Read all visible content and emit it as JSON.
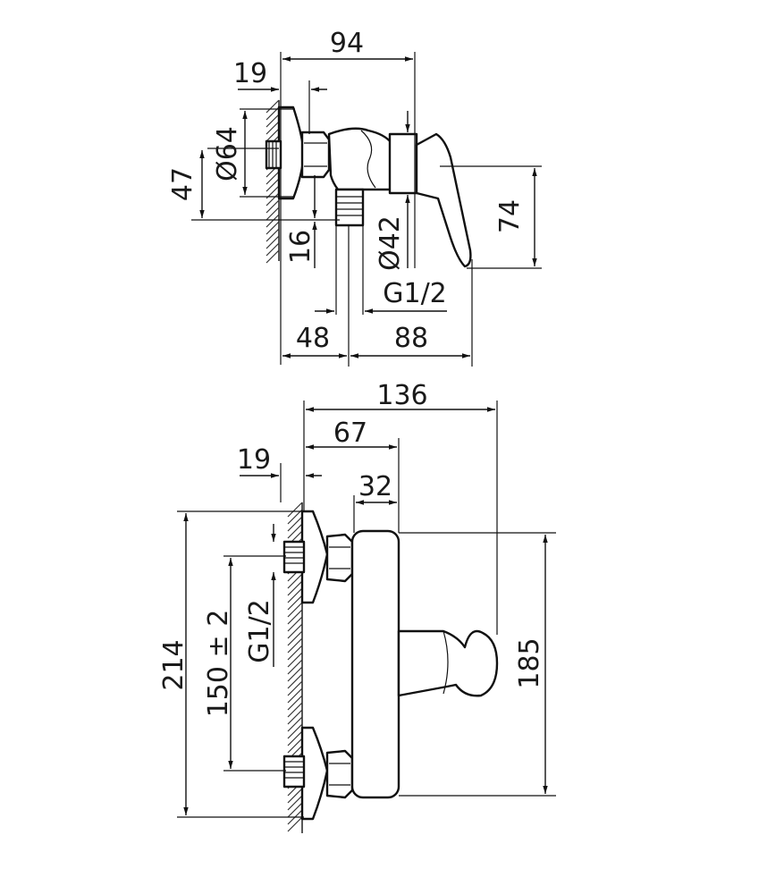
{
  "top_view": {
    "dims": {
      "d94": "94",
      "d19": "19",
      "d64": "Ø64",
      "d47": "47",
      "d16": "16",
      "d42": "Ø42",
      "d74": "74",
      "thread": "G1/2",
      "d48": "48",
      "d88": "88"
    }
  },
  "front_view": {
    "dims": {
      "d136": "136",
      "d67": "67",
      "d19": "19",
      "d32": "32",
      "d214": "214",
      "d150": "150 ± 2",
      "thread": "G1/2",
      "d185": "185"
    }
  }
}
